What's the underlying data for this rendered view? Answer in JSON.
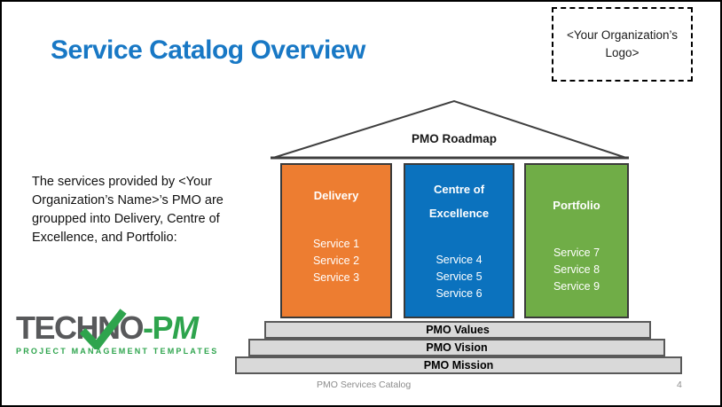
{
  "slide": {
    "title": "Service Catalog Overview",
    "title_color": "#1878C5",
    "logo_placeholder_lines": [
      "<Your Organization’s",
      "Logo>"
    ],
    "intro_lines": [
      "The services provided by <Your",
      "Organization’s Name>’s PMO are",
      "groupped into Delivery, Centre of",
      "Excellence, and Portfolio:"
    ],
    "footer": {
      "label": "PMO Services Catalog",
      "page_number": "4"
    }
  },
  "diagram": {
    "roof_label": "PMO Roadmap",
    "pillars": [
      {
        "title_lines": [
          "Delivery"
        ],
        "services": [
          "Service 1",
          "Service 2",
          "Service 3"
        ],
        "color": "#ED7D31"
      },
      {
        "title_lines": [
          "Centre of",
          "Excellence"
        ],
        "services": [
          "Service 4",
          "Service 5",
          "Service 6"
        ],
        "color": "#0B72BE"
      },
      {
        "title_lines": [
          "Portfolio"
        ],
        "services": [
          "Service 7",
          "Service 8",
          "Service 9"
        ],
        "color": "#70AD47"
      }
    ],
    "steps": [
      {
        "label": "PMO Values"
      },
      {
        "label": "PMO Vision"
      },
      {
        "label": "PMO Mission"
      }
    ],
    "step_fill": "#D9D9D9"
  },
  "branding": {
    "logo_gray_text": "TECHNO",
    "logo_green_text_1": "-P",
    "logo_green_text_2": "M",
    "tagline": "PROJECT MANAGEMENT TEMPLATES",
    "gray": "#58595B",
    "green": "#2EA44D"
  }
}
